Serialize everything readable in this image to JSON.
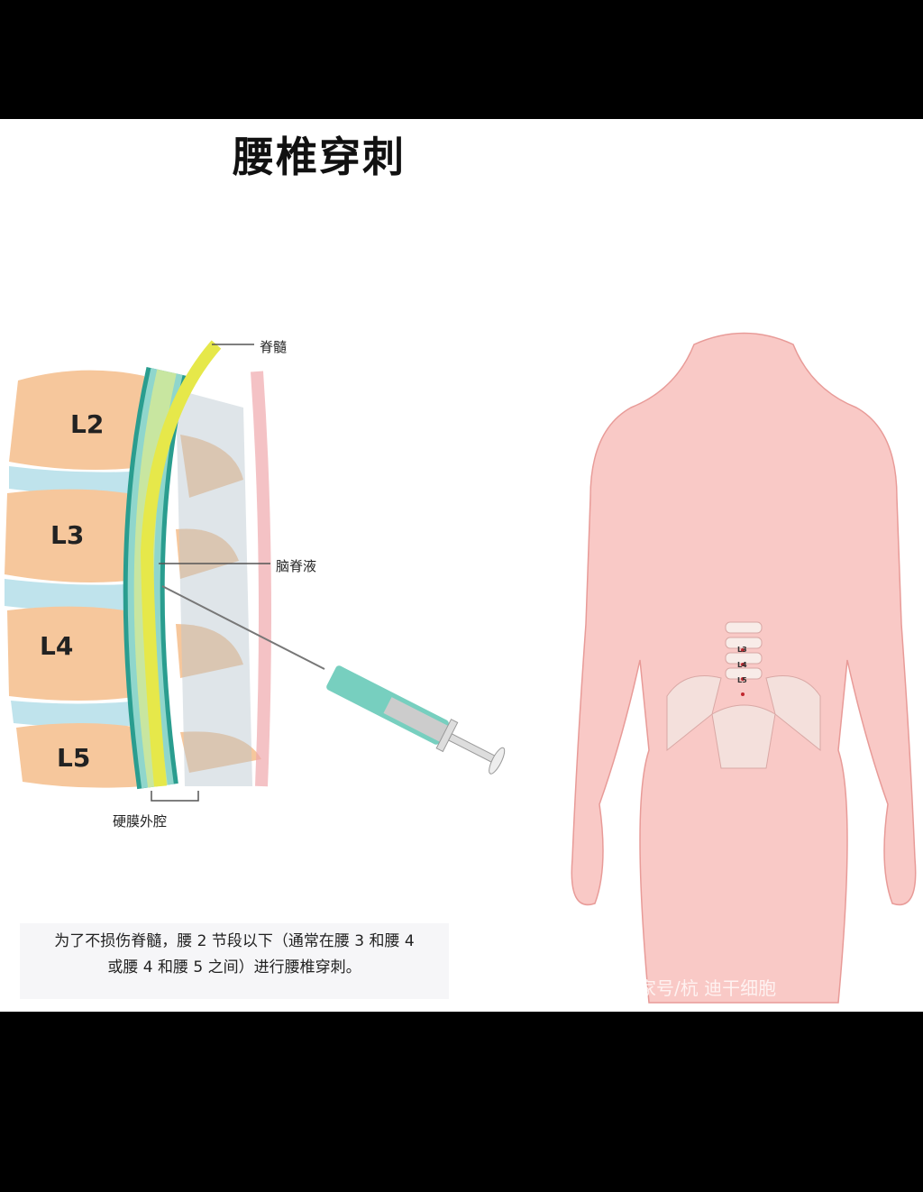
{
  "title": "腰椎穿刺",
  "labels": {
    "spinal_cord": "脊髓",
    "csf": "脑脊液",
    "epidural_space": "硬膜外腔"
  },
  "vertebrae": [
    "L2",
    "L3",
    "L4",
    "L5"
  ],
  "body_vertebrae": [
    "L3",
    "L4",
    "L5"
  ],
  "caption_lines": [
    "为了不损伤脊髓，腰 2 节段以下（通常在腰 3 和腰 4",
    "或腰 4 和腰 5 之间）进行腰椎穿刺。"
  ],
  "watermark": "家号/杭  迪干细胞",
  "colors": {
    "skin": "#f9c9c6",
    "bone": "#f6c79c",
    "disc": "#bfe3ec",
    "spinal_cord": "#e6e84a",
    "syringe": "#5fc7b4"
  }
}
